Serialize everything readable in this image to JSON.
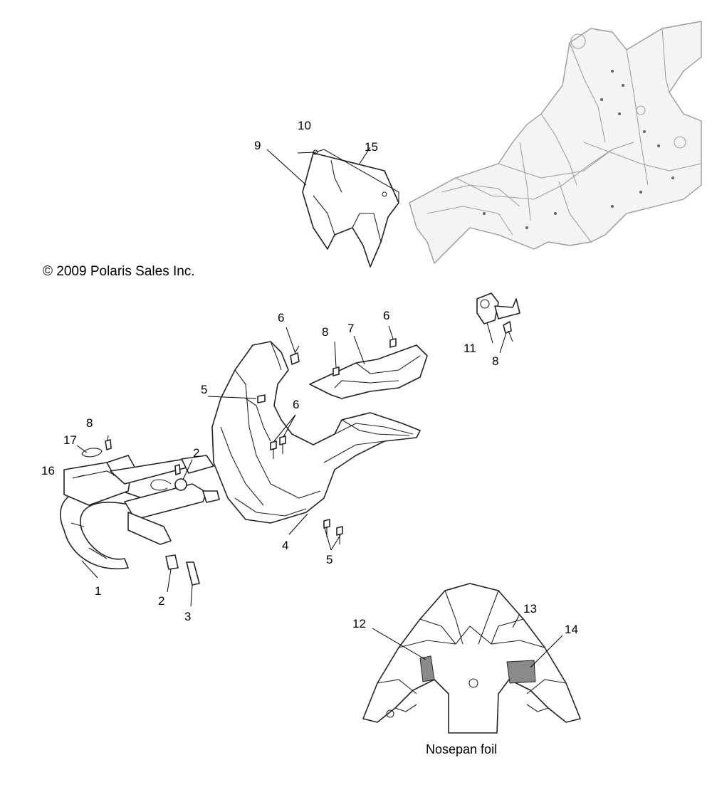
{
  "copyright": "© 2009 Polaris Sales Inc.",
  "inset_caption": "Nosepan foil",
  "callouts": [
    "1",
    "2",
    "2",
    "3",
    "4",
    "5",
    "5",
    "6",
    "6",
    "6",
    "7",
    "8",
    "8",
    "8",
    "9",
    "10",
    "11",
    "12",
    "13",
    "14",
    "15",
    "16",
    "17"
  ]
}
